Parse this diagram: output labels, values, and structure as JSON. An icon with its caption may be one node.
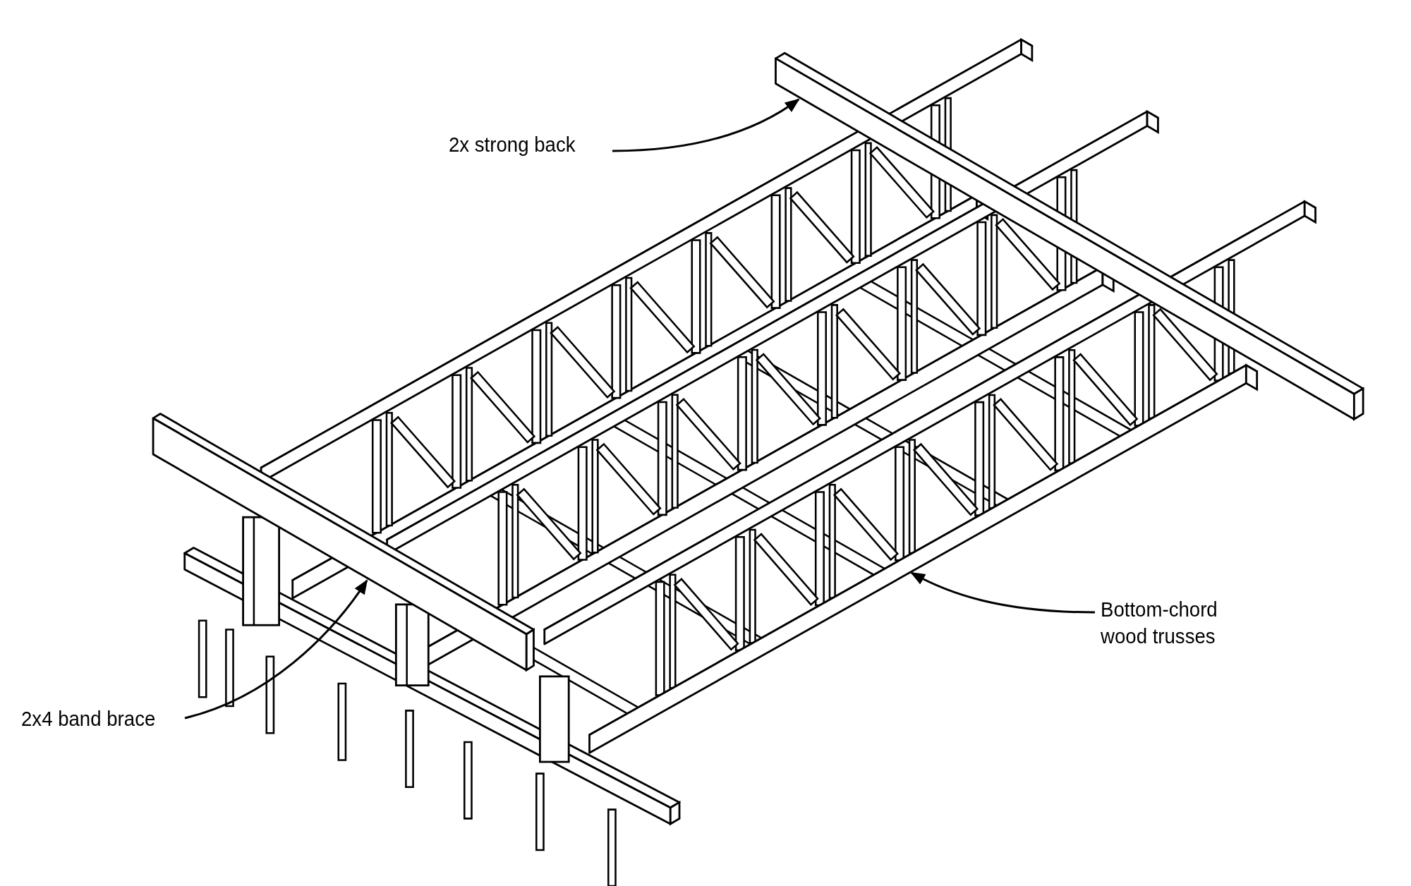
{
  "diagram": {
    "nodes": [
      {
        "text": [
          "2x strong back"
        ]
      },
      {
        "text": [],
        "shape": "bar"
      },
      {
        "text": [
          "Bottom-chord wood trusses"
        ]
      },
      {
        "text": [],
        "shape": "bar"
      },
      {
        "text": [
          "2x4 band brace"
        ]
      },
      {
        "text": [],
        "shape": "bar"
      }
    ],
    "edges": [
      {
        "from": 0,
        "to": 1,
        "arrow": "to"
      },
      {
        "from": 2,
        "to": 3,
        "arrow": "to"
      },
      {
        "from": 4,
        "to": 5,
        "arrow": "to"
      }
    ]
  }
}
